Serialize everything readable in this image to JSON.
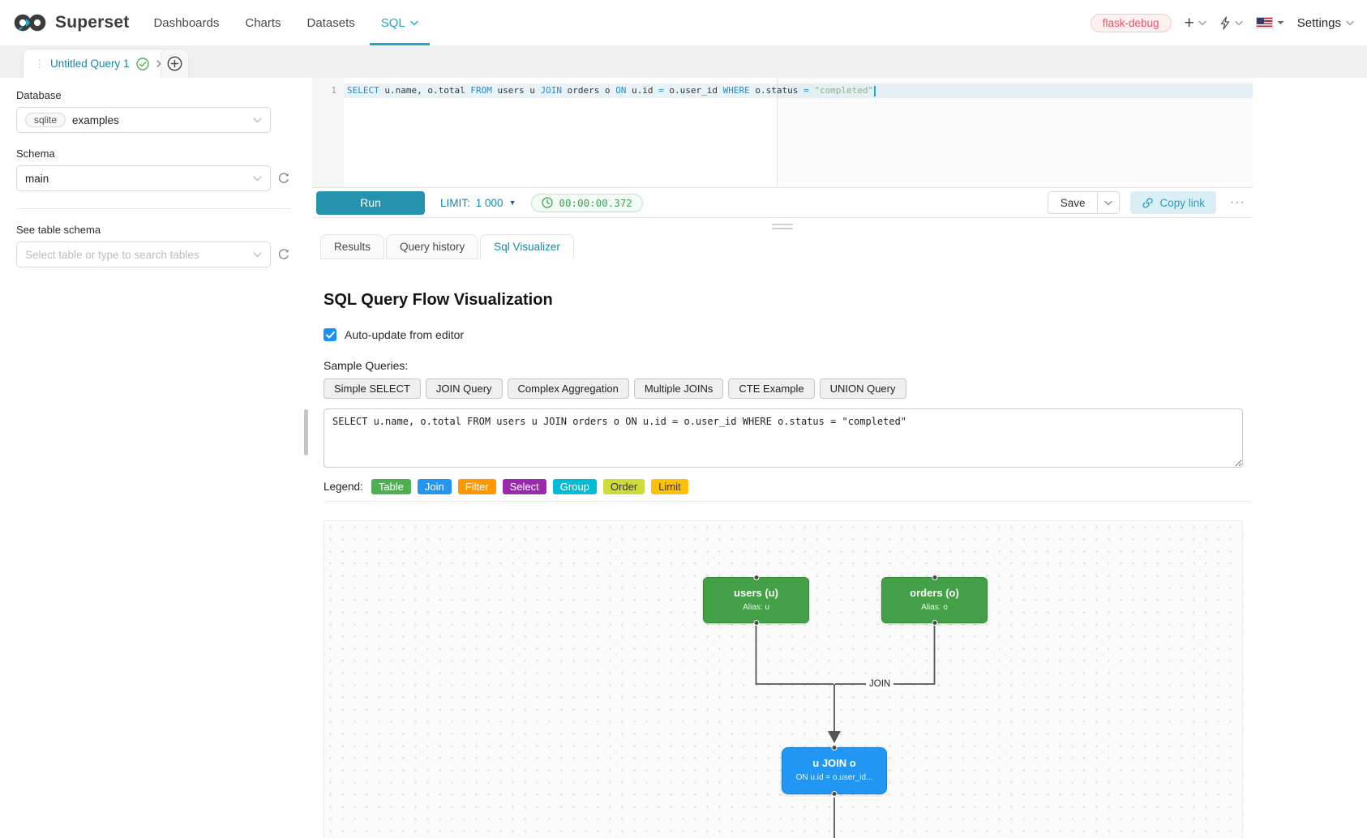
{
  "navbar": {
    "brand": "Superset",
    "items": [
      {
        "label": "Dashboards",
        "active": false,
        "caret": false
      },
      {
        "label": "Charts",
        "active": false,
        "caret": false
      },
      {
        "label": "Datasets",
        "active": false,
        "caret": false
      },
      {
        "label": "SQL",
        "active": true,
        "caret": true
      }
    ],
    "environment_tag": "flask-debug",
    "settings_label": "Settings"
  },
  "tabstrip": {
    "tab_title": "Untitled Query 1"
  },
  "sidebar": {
    "database_label": "Database",
    "database_engine": "sqlite",
    "database_name": "examples",
    "schema_label": "Schema",
    "schema_value": "main",
    "table_label": "See table schema",
    "table_placeholder": "Select table or type to search tables"
  },
  "editor": {
    "line_number": "1",
    "sql_tokens": [
      {
        "t": "SELECT",
        "c": "kw"
      },
      {
        "t": " u.name, o.total ",
        "c": "pl"
      },
      {
        "t": "FROM",
        "c": "kw"
      },
      {
        "t": " users u ",
        "c": "pl"
      },
      {
        "t": "JOIN",
        "c": "kw"
      },
      {
        "t": " orders o ",
        "c": "pl"
      },
      {
        "t": "ON",
        "c": "kw"
      },
      {
        "t": " u.id ",
        "c": "pl"
      },
      {
        "t": "=",
        "c": "kw"
      },
      {
        "t": " o.user_id ",
        "c": "pl"
      },
      {
        "t": "WHERE",
        "c": "kw"
      },
      {
        "t": " o.status ",
        "c": "pl"
      },
      {
        "t": "=",
        "c": "kw"
      },
      {
        "t": " ",
        "c": "pl"
      },
      {
        "t": "\"completed\"",
        "c": "str"
      }
    ]
  },
  "toolbar": {
    "run_label": "Run",
    "limit_label": "LIMIT:",
    "limit_value": "1 000",
    "timer": "00:00:00.372",
    "save_label": "Save",
    "copy_link_label": "Copy link"
  },
  "result_tabs": [
    {
      "label": "Results",
      "active": false
    },
    {
      "label": "Query history",
      "active": false
    },
    {
      "label": "Sql Visualizer",
      "active": true
    }
  ],
  "visualizer": {
    "title": "SQL Query Flow Visualization",
    "auto_update_label": "Auto-update from editor",
    "auto_update_checked": true,
    "samples_label": "Sample Queries:",
    "sample_buttons": [
      "Simple SELECT",
      "JOIN Query",
      "Complex Aggregation",
      "Multiple JOINs",
      "CTE Example",
      "UNION Query"
    ],
    "query_text": "SELECT u.name, o.total FROM users u JOIN orders o ON u.id = o.user_id WHERE o.status = \"completed\"",
    "legend_label": "Legend:",
    "legend_items": [
      {
        "label": "Table",
        "color": "#4caf50",
        "text": "#ffffff"
      },
      {
        "label": "Join",
        "color": "#2196f3",
        "text": "#ffffff"
      },
      {
        "label": "Filter",
        "color": "#ff9800",
        "text": "#ffffff"
      },
      {
        "label": "Select",
        "color": "#9c27b0",
        "text": "#ffffff"
      },
      {
        "label": "Group",
        "color": "#00bcd4",
        "text": "#ffffff"
      },
      {
        "label": "Order",
        "color": "#cddc39",
        "text": "#333333"
      },
      {
        "label": "Limit",
        "color": "#ffc107",
        "text": "#333333"
      }
    ],
    "flow": {
      "nodes": [
        {
          "id": "users",
          "title": "users (u)",
          "subtitle": "Alias: u",
          "color": "#43a047"
        },
        {
          "id": "orders",
          "title": "orders (o)",
          "subtitle": "Alias: o",
          "color": "#43a047"
        },
        {
          "id": "join",
          "title": "u JOIN o",
          "subtitle": "ON u.id = o.user_id...",
          "color": "#2196f3"
        }
      ],
      "edge_label": "JOIN"
    }
  }
}
